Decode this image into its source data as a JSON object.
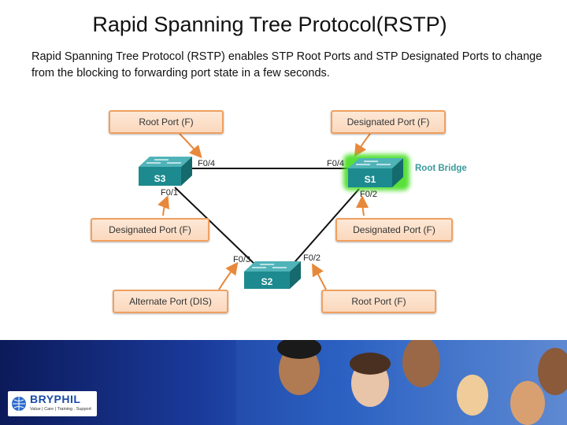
{
  "slide": {
    "title": "Rapid Spanning Tree Protocol(RSTP)",
    "description": "Rapid Spanning Tree Protocol (RSTP) enables STP Root Ports and STP Designated Ports to change from the blocking to forwarding port state in a few seconds."
  },
  "diagram": {
    "boxes": {
      "s3_top": "Root Port (F)",
      "s1_top": "Designated Port (F)",
      "s3_bottom": "Designated Port (F)",
      "s1_bottom": "Designated Port (F)",
      "s2_left": "Alternate Port (DIS)",
      "s2_right": "Root Port (F)"
    },
    "switches": {
      "s3": "S3",
      "s1": "S1",
      "s2": "S2"
    },
    "ports": {
      "s3_f04": "F0/4",
      "s3_f01": "F0/1",
      "s1_f04": "F0/4",
      "s1_f02": "F0/2",
      "s2_f03": "F0/3",
      "s2_f02": "F0/2"
    },
    "root_bridge_label": "Root Bridge",
    "colors": {
      "box_border": "#f0a060",
      "box_fill": "#fde8d6",
      "arrow": "#e8883a",
      "switch": "#1d8a8f",
      "root_glow": "#44dd22",
      "root_label": "#3a9a9a"
    }
  },
  "footer": {
    "logo_text": "BRYPHIL",
    "logo_tagline": "Value | Care | Training . Support"
  }
}
